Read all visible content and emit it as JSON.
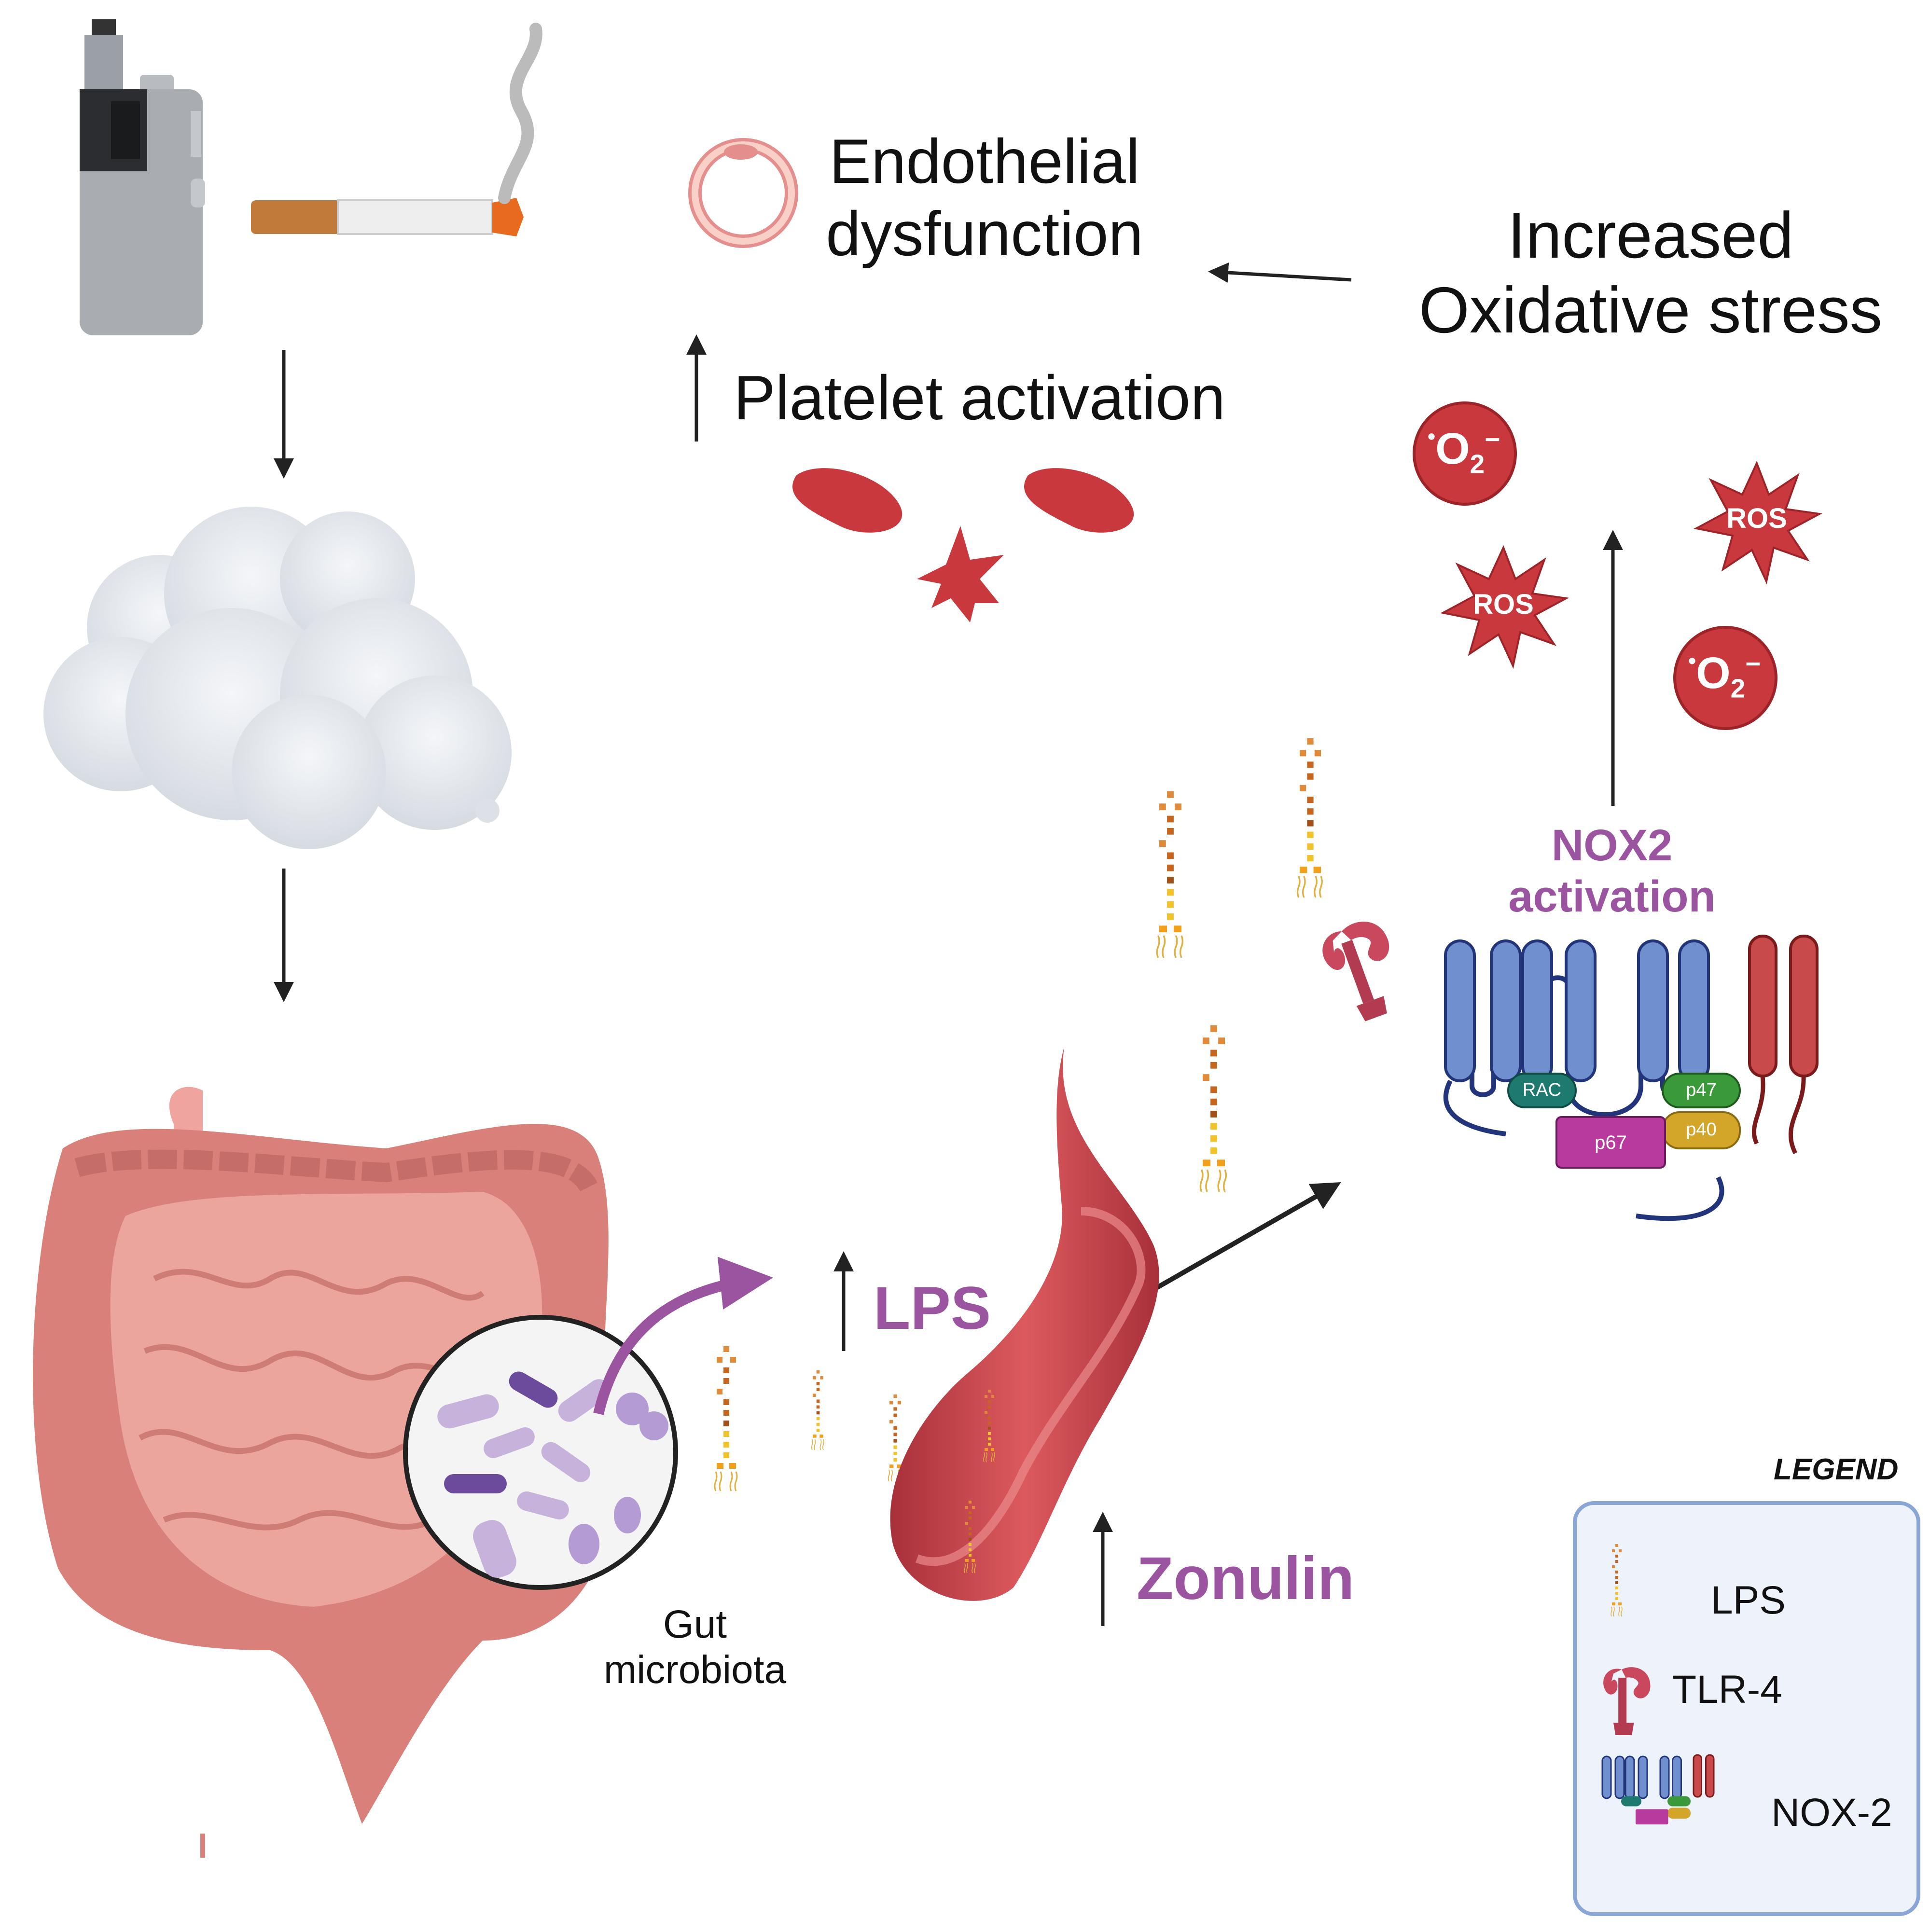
{
  "title": {
    "endothelial_line1": "Endothelial",
    "endothelial_line2": "dysfunction",
    "oxidative_line1": "Increased",
    "oxidative_line2": "Oxidative stress",
    "platelet": "Platelet activation",
    "nox2_line1": "NOX2",
    "nox2_line2": "activation",
    "lps": "LPS",
    "zonulin": "Zonulin",
    "gut_line1": "Gut",
    "gut_line2": "microbiota"
  },
  "ros_labels": [
    "ROS",
    "ROS"
  ],
  "superoxide": {
    "base": "O",
    "sub": "2",
    "sup": "−",
    "dot": "•"
  },
  "nox2_subunits": {
    "rac": "RAC",
    "p67": "p67",
    "p47": "p47",
    "p40": "p40"
  },
  "legend": {
    "title": "LEGEND",
    "items": [
      {
        "label": "LPS",
        "icon": "lps-icon"
      },
      {
        "label": "TLR-4",
        "icon": "tlr4-icon"
      },
      {
        "label": "NOX-2",
        "icon": "nox2-icon"
      }
    ]
  },
  "colors": {
    "purple": "#9b55a0",
    "ros_red": "#c8383d",
    "nox_blue": "#6f8fcf",
    "nox_red": "#c84a4a",
    "gut_pink": "#e8a098",
    "vessel_red": "#c2434a",
    "platelet_red": "#c8383d",
    "legend_bg": "#eef2fa",
    "legend_border": "#8aa6d6"
  }
}
